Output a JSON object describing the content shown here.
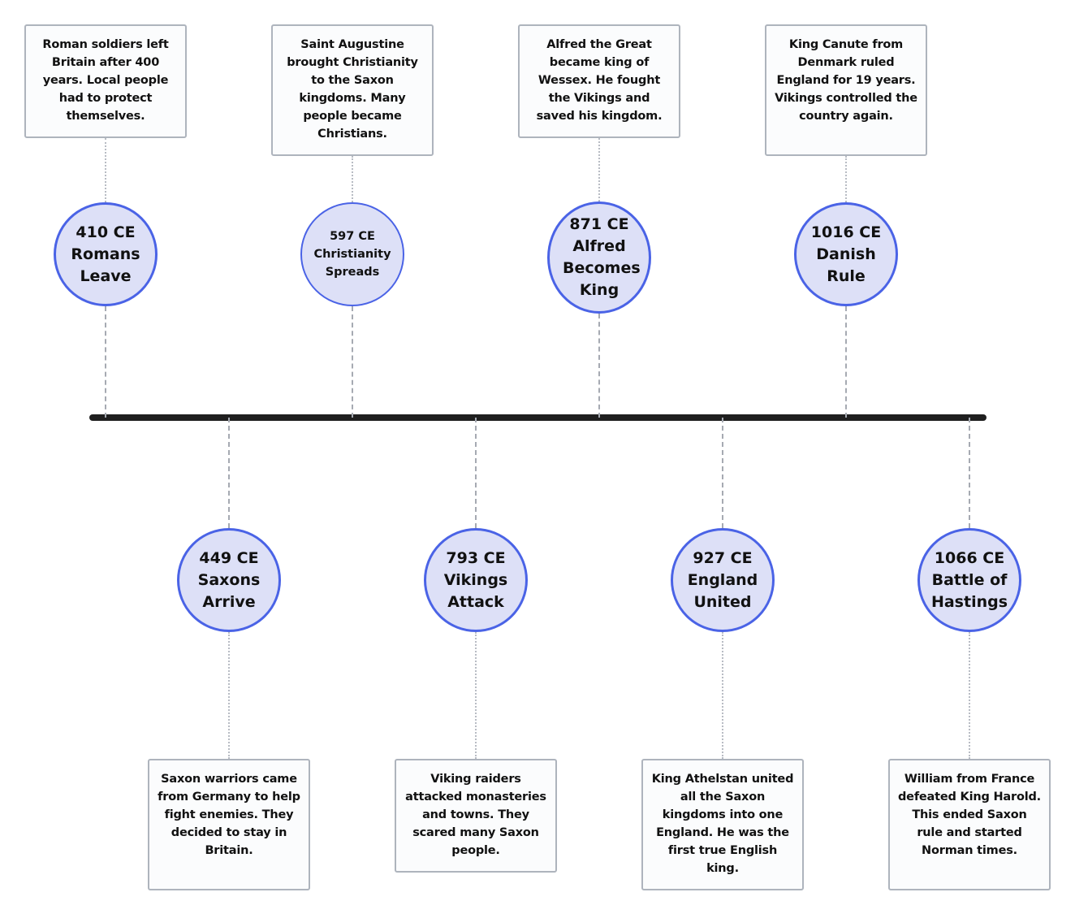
{
  "colors": {
    "axis": "#1f1f1f",
    "circle_fill": "#dde0f7",
    "circle_border": "#4a63e6",
    "box_border": "#aeb4bd"
  },
  "events": [
    {
      "year": "410 CE",
      "title": "Romans Leave",
      "description": "Roman soldiers left Britain after 400 years. Local people had to protect themselves."
    },
    {
      "year": "449 CE",
      "title": "Saxons Arrive",
      "description": "Saxon warriors came from Germany to help fight enemies. They decided to stay in Britain."
    },
    {
      "year": "597 CE",
      "title": "Christianity Spreads",
      "description": "Saint Augustine brought Christianity to the Saxon kingdoms. Many people became Christians."
    },
    {
      "year": "793 CE",
      "title": "Vikings Attack",
      "description": "Viking raiders attacked monasteries and towns. They scared many Saxon people."
    },
    {
      "year": "871 CE",
      "title": "Alfred Becomes King",
      "description": "Alfred the Great became king of Wessex. He fought the Vikings and saved his kingdom."
    },
    {
      "year": "927 CE",
      "title": "England United",
      "description": "King Athelstan united all the Saxon kingdoms into one England. He was the first true English king."
    },
    {
      "year": "1016 CE",
      "title": "Danish Rule",
      "description": "King Canute from Denmark ruled England for 19 years. Vikings controlled the country again."
    },
    {
      "year": "1066 CE",
      "title": "Battle of Hastings",
      "description": "William from France defeated King Harold. This ended Saxon rule and started Norman times."
    }
  ]
}
